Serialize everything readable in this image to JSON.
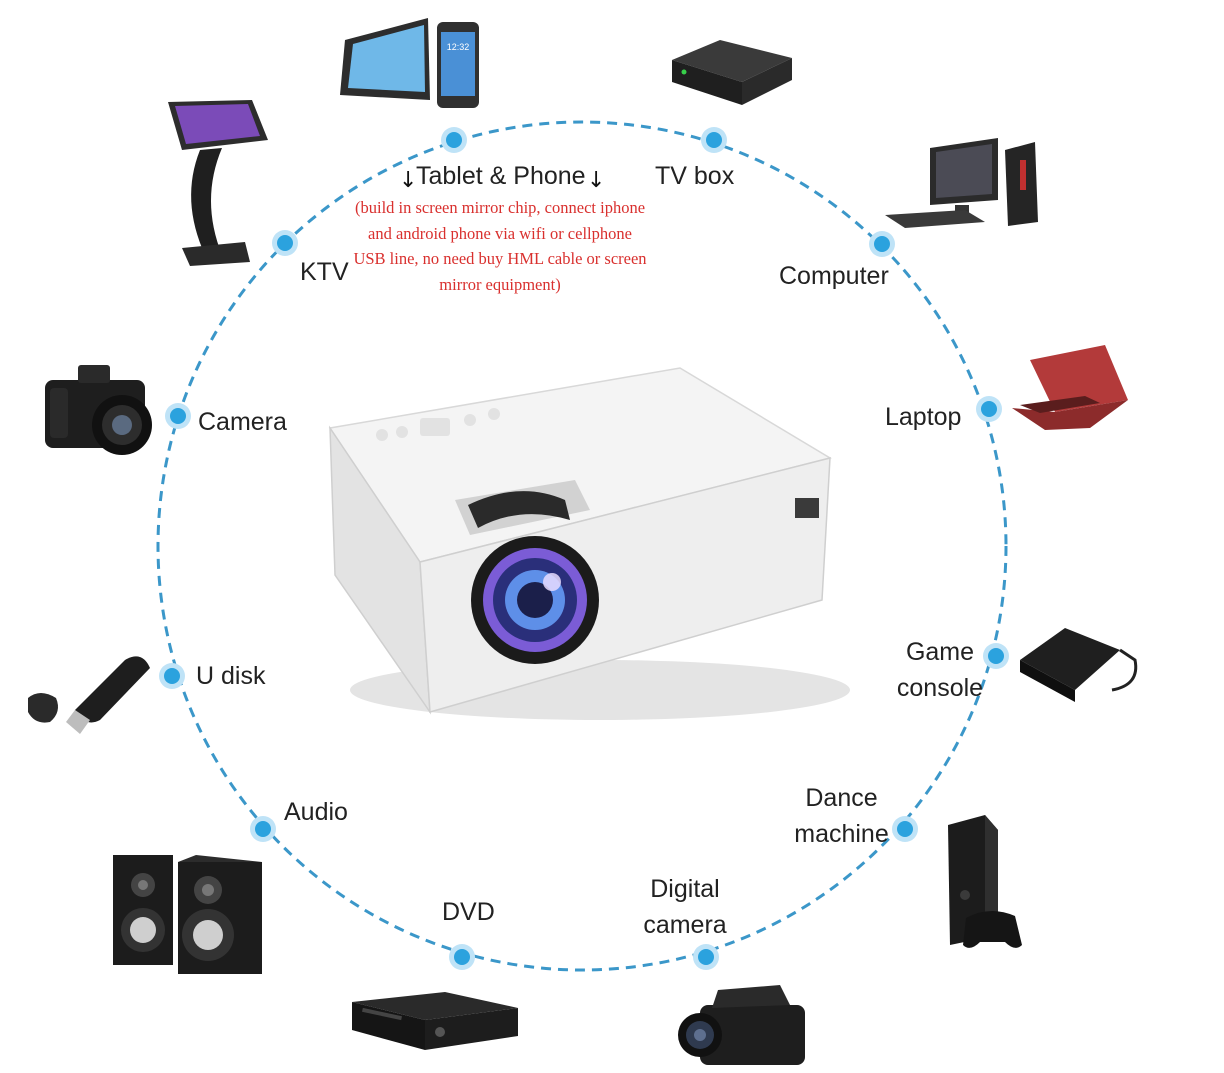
{
  "colors": {
    "circle": "#3b97c9",
    "node": "#2ba2de",
    "note": "#d9302e",
    "projector_body": "#f0f0f0",
    "lens_ring": "#7b5cd6"
  },
  "center_device": {
    "icon": "projector-icon"
  },
  "devices": [
    {
      "id": "tablet-phone",
      "label": "Tablet & Phone",
      "icon": "tablet-phone-icon"
    },
    {
      "id": "tv-box",
      "label": "TV box",
      "icon": "tv-box-icon"
    },
    {
      "id": "computer",
      "label": "Computer",
      "icon": "computer-icon"
    },
    {
      "id": "laptop",
      "label": "Laptop",
      "icon": "laptop-icon"
    },
    {
      "id": "game-console",
      "label": "Game\nconsole",
      "icon": "external-hdd-icon"
    },
    {
      "id": "dance-machine",
      "label": "Dance\nmachine",
      "icon": "xbox-console-icon"
    },
    {
      "id": "digital-camera",
      "label": "Digital\ncamera",
      "icon": "camcorder-icon"
    },
    {
      "id": "dvd",
      "label": "DVD",
      "icon": "dvd-player-icon"
    },
    {
      "id": "audio",
      "label": "Audio",
      "icon": "speakers-icon"
    },
    {
      "id": "u-disk",
      "label": "U disk",
      "icon": "usb-drive-icon"
    },
    {
      "id": "camera",
      "label": "Camera",
      "icon": "dslr-camera-icon"
    },
    {
      "id": "ktv",
      "label": "KTV",
      "icon": "ktv-kiosk-icon"
    }
  ],
  "mirror_note": "(build in screen mirror chip, connect iphone and android phone via wifi or cellphone USB line, no need buy HML cable or screen mirror equipment)",
  "arrow_glyph": "↓"
}
